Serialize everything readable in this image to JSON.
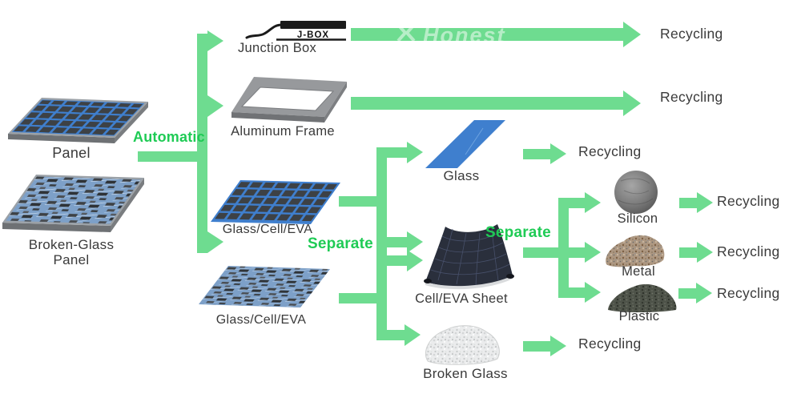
{
  "watermark": "Honest",
  "colors": {
    "arrow_green": "#6edc90",
    "stage_text_green": "#1fcb55",
    "label_text": "#3a3a3a",
    "panel_blue": "#3f7fce",
    "cell_dark": "#3d4145",
    "frame_gray": "#97999c"
  },
  "stages": {
    "automatic": "Automatic",
    "separate_glass": "Separate",
    "separate_materials": "Separate"
  },
  "nodes": {
    "panel": {
      "label": "Panel"
    },
    "broken_panel": {
      "label_line1": "Broken-Glass",
      "label_line2": "Panel"
    },
    "junction_box": {
      "label": "Junction Box",
      "icon_text": "J-BOX"
    },
    "aluminum_frame": {
      "label": "Aluminum Frame"
    },
    "glass_cell_eva_top": {
      "label": "Glass/Cell/EVA"
    },
    "glass_cell_eva_bottom": {
      "label": "Glass/Cell/EVA"
    },
    "glass": {
      "label": "Glass"
    },
    "cell_eva_sheet": {
      "label": "Cell/EVA Sheet"
    },
    "broken_glass": {
      "label": "Broken Glass"
    },
    "silicon": {
      "label": "Silicon"
    },
    "metal": {
      "label": "Metal"
    },
    "plastic": {
      "label": "Plastic"
    }
  },
  "recycling": {
    "junction_box": "Recycling",
    "aluminum_frame": "Recycling",
    "glass": "Recycling",
    "silicon": "Recycling",
    "metal": "Recycling",
    "plastic": "Recycling",
    "broken_glass": "Recycling"
  }
}
